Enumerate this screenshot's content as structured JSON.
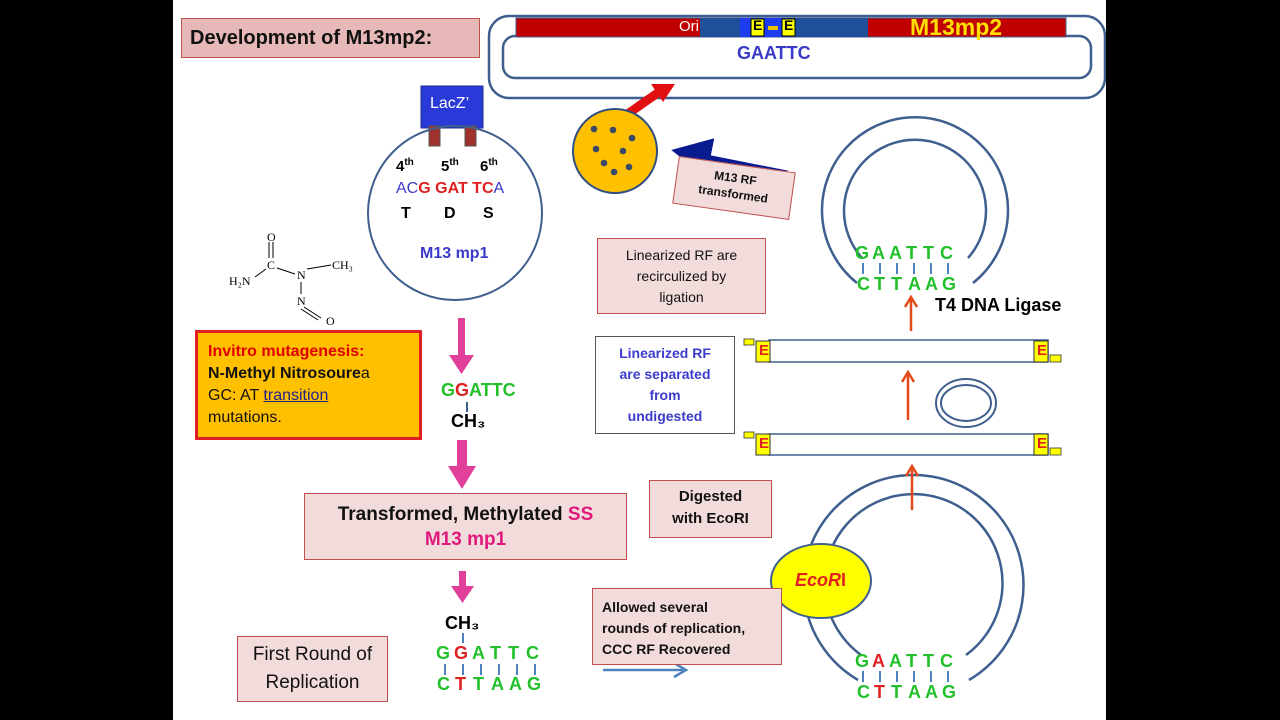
{
  "title": "Development of M13mp2:",
  "plasmid": {
    "ori": "Ori",
    "e1": "E",
    "e2": "E",
    "name": "M13mp2",
    "site": "GAATTC"
  },
  "lacz": "LacZ’",
  "codons": {
    "c4": "4",
    "c5": "5",
    "c6": "6",
    "sup": "th",
    "seq_a": "AC",
    "seq_g": "G",
    "seq_gat": " GAT ",
    "seq_tc": "TC",
    "seq_end": "A",
    "aa_t": "T",
    "aa_d": "D",
    "aa_s": "S"
  },
  "mp1_label": "M13 mp1",
  "chem": {
    "o1": "O",
    "c": "C",
    "h2n": "H₂N",
    "n1": "N",
    "ch3": "CH₃",
    "n2": "N",
    "o2": "O"
  },
  "invitro": {
    "heading": "Invitro mutagenesis:",
    "line1": "N-Methyl  Nitrosoure",
    "line1_end": "a",
    "line2_pre": "GC: AT ",
    "line2_u": "transition",
    "line3": "mutations."
  },
  "methyl_seq": {
    "g1": "G",
    "g2": "G",
    "rest": "ATTC",
    "ch3": "CH₃"
  },
  "transformed": {
    "line1_pre": "Transformed, Methylated ",
    "line1_ss": "SS",
    "line2": "M13  mp1"
  },
  "first_round": {
    "line1": "First Round of",
    "line2": "Replication"
  },
  "replication_seq": {
    "ch3": "CH₃",
    "top": [
      "G",
      "G",
      "A",
      "T",
      "T",
      "C"
    ],
    "bottom": [
      "C",
      "T",
      "T",
      "A",
      "A",
      "G"
    ]
  },
  "allowed": {
    "line1": "Allowed several",
    "line2": "rounds of replication,",
    "line3": "CCC RF Recovered"
  },
  "digested": {
    "line1": "Digested",
    "line2": "with EcoRI"
  },
  "ecori": {
    "label_i": "EcoR",
    "label": "I"
  },
  "bottom_ring_seq": {
    "top": [
      "G",
      "A",
      "A",
      "T",
      "T",
      "C"
    ],
    "bottom": [
      "C",
      "T",
      "T",
      "A",
      "A",
      "G"
    ]
  },
  "linearized_sep": {
    "line1": "Linearized RF",
    "line2": "are separated",
    "line3": "from",
    "line4": "undigested"
  },
  "linearized_recirc": {
    "line1": "Linearized RF are",
    "line2": "recirculized by",
    "line3": "ligation"
  },
  "e_label": "E",
  "ligase": "T4 DNA Ligase",
  "top_ring_seq": {
    "top": [
      "G",
      "A",
      "A",
      "T",
      "T",
      "C"
    ],
    "bottom": [
      "C",
      "T",
      "T",
      "A",
      "A",
      "G"
    ]
  },
  "rf_transformed": {
    "line1": "M13 RF",
    "line2": "transformed"
  },
  "colors": {
    "green": "#22c02a",
    "red": "#e02020",
    "blue": "#3a3ac8",
    "pink": "#e0197d",
    "orange": "#ffc000",
    "ring": "#3f5f8f"
  }
}
